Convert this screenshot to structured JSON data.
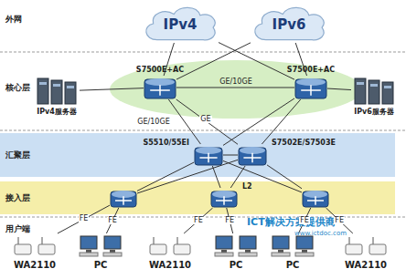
{
  "diagram": {
    "nodes": [
      {
        "text": [
          "IPv4"
        ]
      },
      {
        "text": [
          "IPv6"
        ]
      },
      {
        "text": [
          "S7500E+AC"
        ]
      },
      {
        "text": [
          "S7500E+AC"
        ]
      },
      {
        "text": [
          "IPv4服务器"
        ]
      },
      {
        "text": [
          "IPv6服务器"
        ]
      },
      {
        "text": [
          "汇聚层"
        ]
      },
      {
        "text": [
          "S5510/55EI"
        ],
        "in": 6
      },
      {
        "text": [
          "S7502E/S7503E"
        ],
        "in": 6
      },
      {
        "text": [
          "接入层"
        ]
      },
      {
        "text": [],
        "in": 9
      },
      {
        "text": [
          "L2"
        ],
        "in": 9
      },
      {
        "text": [],
        "in": 9
      },
      {
        "text": [
          "WA2110"
        ]
      },
      {
        "text": [
          "PC"
        ]
      },
      {
        "text": [
          "WA2110"
        ]
      },
      {
        "text": [
          "PC"
        ]
      },
      {
        "text": [
          "PC"
        ]
      },
      {
        "text": [
          "WA2110"
        ]
      }
    ],
    "edges": [
      {
        "from": 0,
        "to": 2,
        "arrow": "none"
      },
      {
        "from": 0,
        "to": 3,
        "arrow": "none"
      },
      {
        "from": 1,
        "to": 2,
        "arrow": "none"
      },
      {
        "from": 1,
        "to": 3,
        "arrow": "none"
      },
      {
        "from": 2,
        "to": 3,
        "label": "GE/10GE",
        "arrow": "none"
      },
      {
        "from": 2,
        "to": 4,
        "arrow": "none"
      },
      {
        "from": 3,
        "to": 5,
        "arrow": "none"
      },
      {
        "from": 2,
        "to": 7,
        "label": "GE/10GE",
        "arrow": "none"
      },
      {
        "from": 2,
        "to": 8,
        "label": "GE",
        "arrow": "none"
      },
      {
        "from": 3,
        "to": 7,
        "arrow": "none"
      },
      {
        "from": 3,
        "to": 8,
        "arrow": "none"
      },
      {
        "from": 7,
        "to": 8,
        "arrow": "none"
      },
      {
        "from": 7,
        "to": 10,
        "arrow": "none"
      },
      {
        "from": 7,
        "to": 11,
        "arrow": "none"
      },
      {
        "from": 7,
        "to": 12,
        "arrow": "none"
      },
      {
        "from": 8,
        "to": 10,
        "arrow": "none"
      },
      {
        "from": 8,
        "to": 11,
        "arrow": "none"
      },
      {
        "from": 8,
        "to": 12,
        "arrow": "none"
      },
      {
        "from": 10,
        "to": 13,
        "label": "FE",
        "arrow": "none"
      },
      {
        "from": 10,
        "to": 14,
        "label": "FE",
        "arrow": "none"
      },
      {
        "from": 11,
        "to": 15,
        "label": "FE",
        "arrow": "none"
      },
      {
        "from": 11,
        "to": 16,
        "label": "FE",
        "arrow": "none"
      },
      {
        "from": 12,
        "to": 17,
        "label": "FE",
        "arrow": "none"
      },
      {
        "from": 12,
        "to": 18,
        "label": "FE",
        "arrow": "none"
      }
    ],
    "labels": [
      "外网",
      "核心层",
      "用户端",
      "ICT解决方案提供商",
      "www.ictdoc.com"
    ]
  }
}
